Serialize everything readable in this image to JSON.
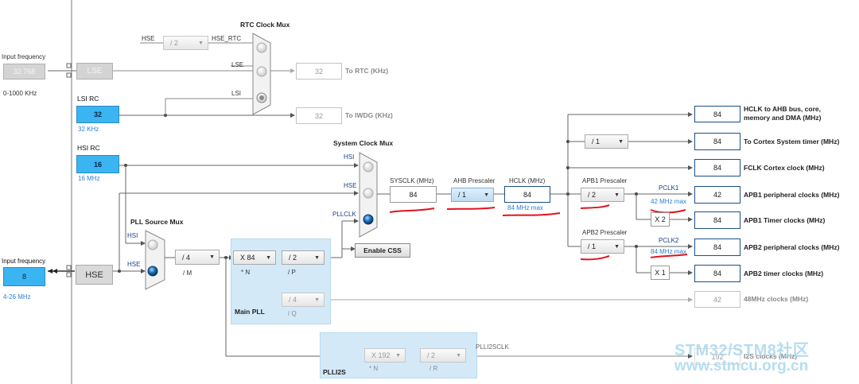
{
  "inputs": {
    "lse": {
      "caption": "Input frequency",
      "value": "32.768",
      "range": "0-1000 KHz",
      "block": "LSE"
    },
    "lsi": {
      "caption": "LSI RC",
      "value": "32",
      "freq": "32 KHz"
    },
    "hsi": {
      "caption": "HSI RC",
      "value": "16",
      "freq": "16 MHz"
    },
    "hse": {
      "caption": "Input frequency",
      "value": "8",
      "range": "4-26 MHz",
      "block": "HSE"
    }
  },
  "rtc_mux": {
    "title": "RTC Clock Mux",
    "hse_prefix": "HSE",
    "hse_div": "/ 2",
    "hse_rtc": "HSE_RTC",
    "in_lse": "LSE",
    "in_lsi": "LSI",
    "rtc_value": "32",
    "rtc_label": "To RTC (KHz)",
    "iwdg_value": "32",
    "iwdg_label": "To IWDG (KHz)"
  },
  "sys_mux": {
    "title": "System Clock Mux",
    "in_hsi": "HSI",
    "in_hse": "HSE",
    "in_pll": "PLLCLK"
  },
  "pll_src": {
    "title": "PLL Source Mux",
    "in_hsi": "HSI",
    "in_hse": "HSE",
    "m_div": "/ 4",
    "m_label": "/ M"
  },
  "main_pll": {
    "title": "Main PLL",
    "n_mul": "X 84",
    "n_label": "* N",
    "p_div": "/ 2",
    "p_label": "/ P",
    "q_div": "/ 4",
    "q_label": "/ Q"
  },
  "plli2s": {
    "title": "PLLI2S",
    "n_mul": "X 192",
    "n_label": "* N",
    "r_div": "/ 2",
    "r_label": "/ R",
    "out_label": "PLLI2SCLK"
  },
  "css_button": "Enable CSS",
  "sysclk": {
    "label": "SYSCLK (MHz)",
    "value": "84"
  },
  "ahb": {
    "label": "AHB Prescaler",
    "value": "/ 1"
  },
  "hclk": {
    "label": "HCLK (MHz)",
    "value": "84",
    "max": "84 MHz max"
  },
  "cortex_div": "/ 1",
  "apb1": {
    "label": "APB1 Prescaler",
    "value": "/ 2",
    "pclk": "PCLK1",
    "max": "42 MHz max",
    "timer_mul": "X 2"
  },
  "apb2": {
    "label": "APB2 Prescaler",
    "value": "/ 1",
    "pclk": "PCLK2",
    "max": "84 MHz max",
    "timer_mul": "X 1"
  },
  "outputs": [
    {
      "value": "84",
      "label_l1": "HCLK to AHB bus, core,",
      "label_l2": "memory and DMA (MHz)"
    },
    {
      "value": "84",
      "label_l1": "To Cortex System timer (MHz)",
      "label_l2": ""
    },
    {
      "value": "84",
      "label_l1": "FCLK Cortex clock (MHz)",
      "label_l2": ""
    },
    {
      "value": "42",
      "label_l1": "APB1 peripheral clocks (MHz)",
      "label_l2": ""
    },
    {
      "value": "84",
      "label_l1": "APB1 Timer clocks (MHz)",
      "label_l2": ""
    },
    {
      "value": "84",
      "label_l1": "APB2 peripheral clocks (MHz)",
      "label_l2": ""
    },
    {
      "value": "84",
      "label_l1": "APB2 timer clocks (MHz)",
      "label_l2": ""
    }
  ],
  "usb": {
    "value": "42",
    "label": "48MHz clocks (MHz)"
  },
  "i2s": {
    "value": "192",
    "label": "I2S clocks (MHz)"
  },
  "watermark": {
    "line1": "STM32/STM8社区",
    "line2": "www.stmcu.org.cn"
  },
  "colors": {
    "input_blue": "#3bb4f2",
    "panel_blue": "#d3e9f8",
    "annotation_red": "#e0141e",
    "link_blue": "#2a7fd6"
  }
}
